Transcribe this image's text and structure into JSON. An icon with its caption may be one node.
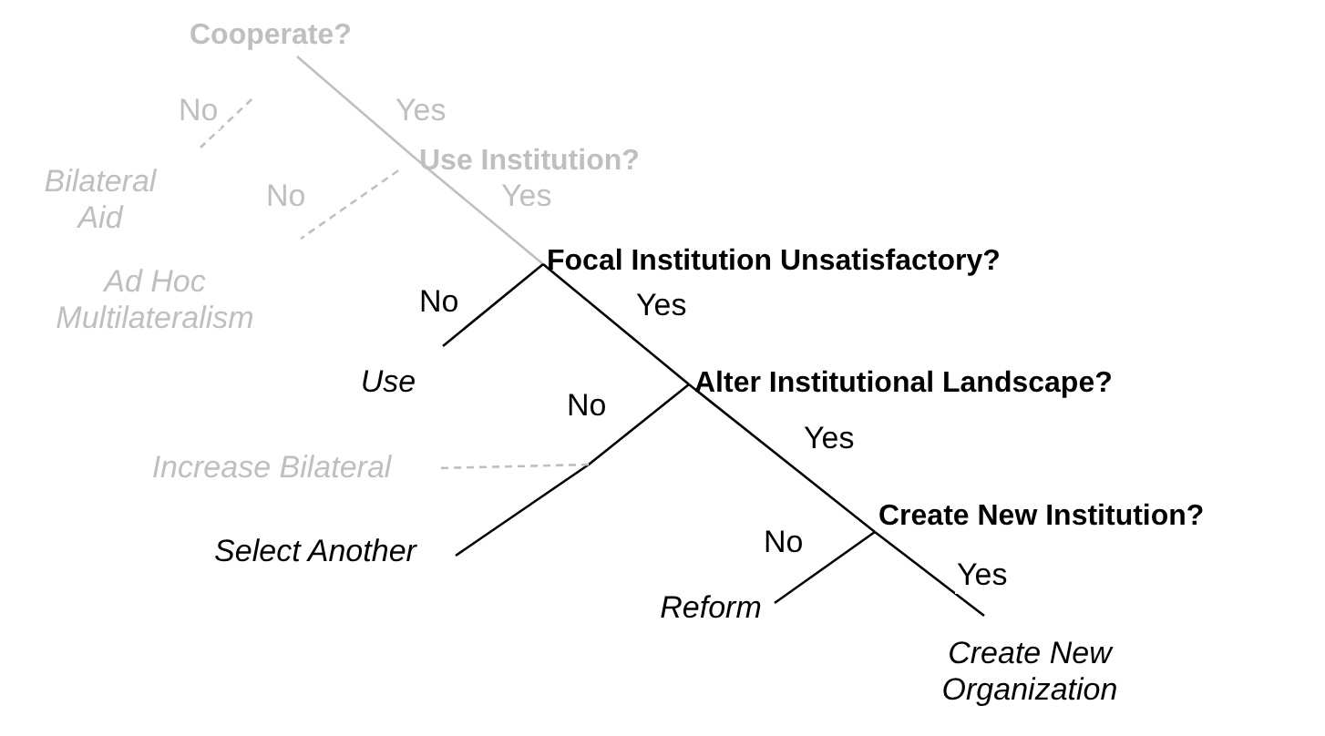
{
  "diagram": {
    "nodes": [
      {
        "text": [
          "Cooperate?"
        ]
      },
      {
        "text": [
          "Bilateral Aid"
        ]
      },
      {
        "text": [
          "Use Institution?"
        ]
      },
      {
        "text": [
          "Ad Hoc Multilateralism"
        ]
      },
      {
        "text": [
          "Focal Institution Unsatisfactory?"
        ]
      },
      {
        "text": [
          "Use"
        ]
      },
      {
        "text": [
          "Alter Institutional Landscape?"
        ]
      },
      {
        "text": [
          "Increase Bilateral"
        ]
      },
      {
        "text": [
          "Select Another"
        ]
      },
      {
        "text": [
          "Create New Institution?"
        ]
      },
      {
        "text": [
          "Reform"
        ]
      },
      {
        "text": [
          "Create New Organization"
        ]
      }
    ],
    "edges": [
      {
        "from": 0,
        "to": 1,
        "arrow": "none",
        "label": "No",
        "style": "dashed",
        "color": "#bfbfbf"
      },
      {
        "from": 0,
        "to": 2,
        "arrow": "none",
        "label": "Yes",
        "color": "#bfbfbf"
      },
      {
        "from": 2,
        "to": 3,
        "arrow": "none",
        "label": "No",
        "style": "dashed",
        "color": "#bfbfbf"
      },
      {
        "from": 2,
        "to": 4,
        "arrow": "none",
        "label": "Yes",
        "color": "#bfbfbf"
      },
      {
        "from": 4,
        "to": 5,
        "arrow": "none",
        "label": "No"
      },
      {
        "from": 4,
        "to": 6,
        "arrow": "none",
        "label": "Yes"
      },
      {
        "from": 6,
        "to": 8,
        "arrow": "none",
        "label": "No"
      },
      {
        "from": 6,
        "to": 7,
        "arrow": "none",
        "style": "dashed",
        "color": "#bfbfbf"
      },
      {
        "from": 6,
        "to": 9,
        "arrow": "none",
        "label": "Yes"
      },
      {
        "from": 9,
        "to": 10,
        "arrow": "none",
        "label": "No"
      },
      {
        "from": 9,
        "to": 11,
        "arrow": "none",
        "label": "Yes"
      }
    ]
  }
}
